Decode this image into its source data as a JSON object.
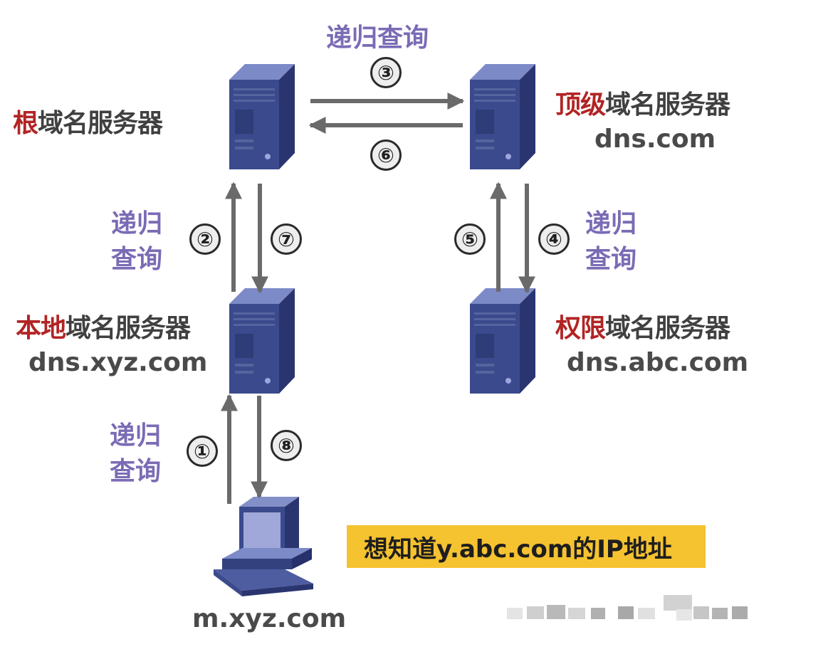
{
  "servers": {
    "root": {
      "highlight": "根",
      "rest": "域名服务器"
    },
    "tld": {
      "highlight": "顶级",
      "rest": "域名服务器",
      "host": "dns.com"
    },
    "local": {
      "highlight": "本地",
      "rest": "域名服务器",
      "host": "dns.xyz.com"
    },
    "authoritative": {
      "highlight": "权限",
      "rest": "域名服务器",
      "host": "dns.abc.com"
    }
  },
  "client": {
    "host": "m.xyz.com"
  },
  "query_labels": {
    "top": "递归查询",
    "left_upper": {
      "line1": "递归",
      "line2": "查询"
    },
    "right": {
      "line1": "递归",
      "line2": "查询"
    },
    "left_lower": {
      "line1": "递归",
      "line2": "查询"
    }
  },
  "steps": [
    "①",
    "②",
    "③",
    "④",
    "⑤",
    "⑥",
    "⑦",
    "⑧"
  ],
  "callout": "想知道y.abc.com的IP地址",
  "colors": {
    "highlight": "#b22424",
    "query": "#7b6bb5",
    "text": "#404040",
    "arrow": "#6a6a6a",
    "callout_bg": "#f5c230",
    "server": "#3a4a8c"
  },
  "icons": {
    "server": "server-tower-icon",
    "client": "desktop-computer-icon"
  }
}
